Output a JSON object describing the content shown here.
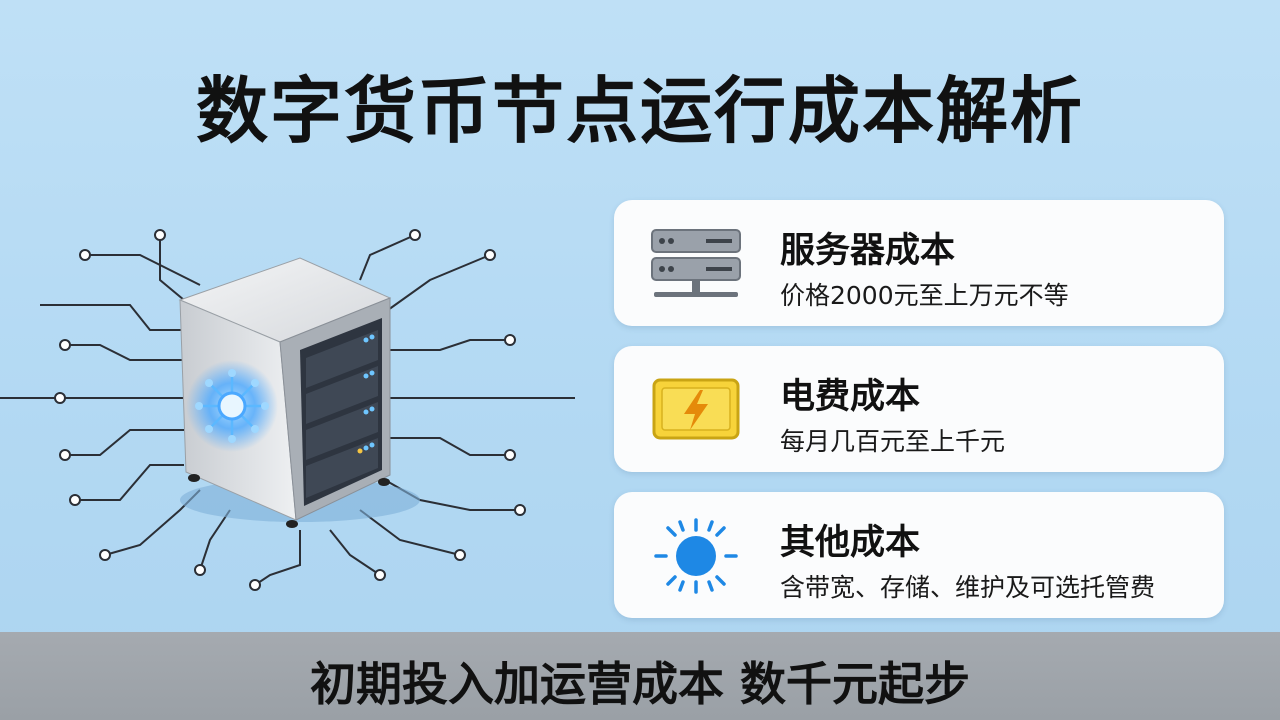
{
  "title": "数字货币节点运行成本解析",
  "cards": [
    {
      "icon": "server-icon",
      "title": "服务器成本",
      "desc": "价格2000元至上万元不等"
    },
    {
      "icon": "lightning-icon",
      "title": "电费成本",
      "desc": "每月几百元至上千元"
    },
    {
      "icon": "sun-icon",
      "title": "其他成本",
      "desc": "含带宽、存储、维护及可选托管费"
    }
  ],
  "banner": {
    "text": "初期投入加运营成本 数千元起步"
  },
  "colors": {
    "background": "#b3d9f3",
    "card": "#fbfcfd",
    "banner": "#9aa0a6",
    "accent_blue": "#1e88e5",
    "accent_yellow": "#f7d33a"
  }
}
